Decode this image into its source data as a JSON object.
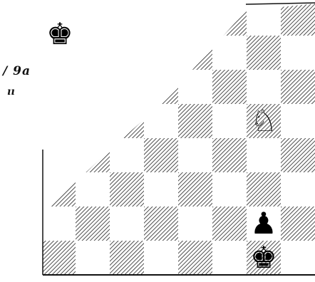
{
  "annotation": {
    "line1": "/ 9a",
    "line2": "ıı"
  },
  "board": {
    "light_color": "#ffffff",
    "dark_hatch_color": "#222222",
    "pieces": [
      {
        "name": "black-king-icon",
        "square": "g1",
        "glyph": "♚"
      },
      {
        "name": "black-pawn-icon",
        "square": "g2",
        "glyph": "♟"
      },
      {
        "name": "white-knight-icon",
        "square": "g5",
        "glyph": "♘"
      },
      {
        "name": "black-king-icon",
        "square": "offboard-top-left",
        "glyph": "♚"
      }
    ]
  }
}
